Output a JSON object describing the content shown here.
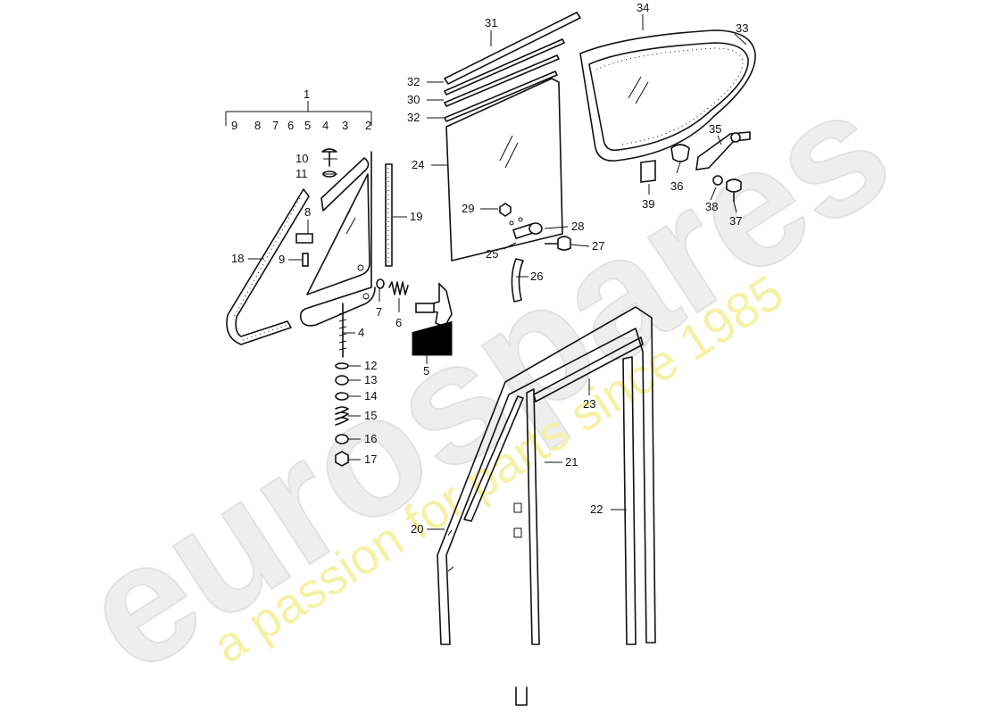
{
  "watermark": {
    "brand": "eurospares",
    "tagline": "a passion for parts since 1985"
  },
  "callouts": {
    "n1": "1",
    "n2": "2",
    "n3": "3",
    "n4": "4",
    "n5": "5",
    "n6": "6",
    "n7": "7",
    "n8": "8",
    "n9": "9",
    "n10": "10",
    "n11": "11",
    "n12": "12",
    "n13": "13",
    "n14": "14",
    "n15": "15",
    "n16": "16",
    "n17": "17",
    "n18": "18",
    "n19": "19",
    "n20": "20",
    "n21": "21",
    "n22": "22",
    "n23": "23",
    "n24": "24",
    "n25": "25",
    "n26": "26",
    "n27": "27",
    "n28": "28",
    "n29": "29",
    "n30": "30",
    "n31": "31",
    "n32": "32",
    "n33": "33",
    "n34": "34",
    "n35": "35",
    "n36": "36",
    "n37": "37",
    "n38": "38",
    "n39": "39"
  },
  "group_1_members": [
    "9",
    "8",
    "7",
    "6",
    "5",
    "4",
    "3",
    "2"
  ]
}
